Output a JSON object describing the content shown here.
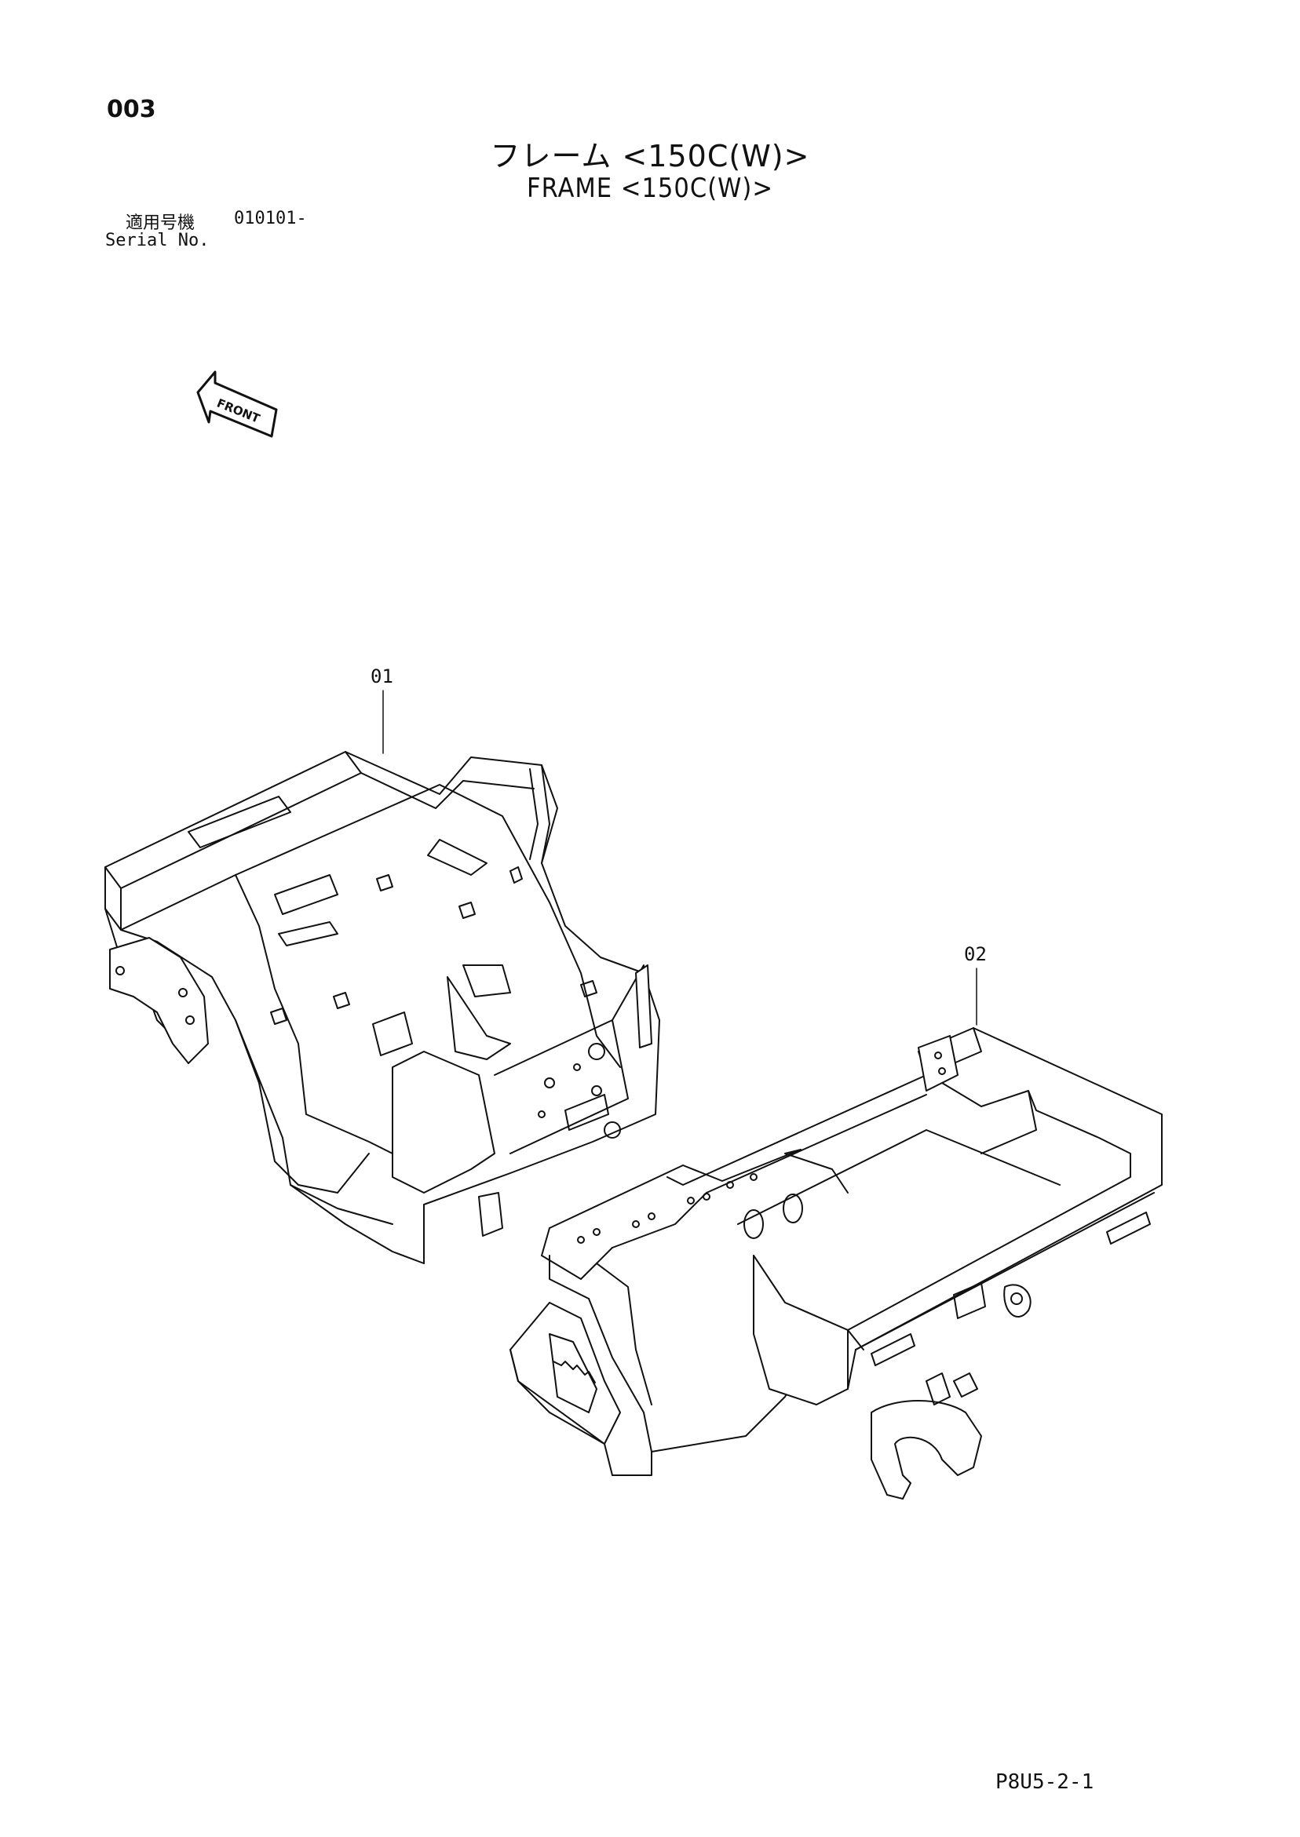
{
  "page_number": "003",
  "title_jp": "フレーム <150C(W)>",
  "title_en": "FRAME <150C(W)>",
  "serial": {
    "label_jp": "適用号機",
    "range": "010101-",
    "label_en": "Serial No."
  },
  "front_label": "FRONT",
  "parts": [
    {
      "callout": "01"
    },
    {
      "callout": "02"
    }
  ],
  "doc_code": "P8U5-2-1",
  "icons": [
    "front-arrow-icon"
  ]
}
